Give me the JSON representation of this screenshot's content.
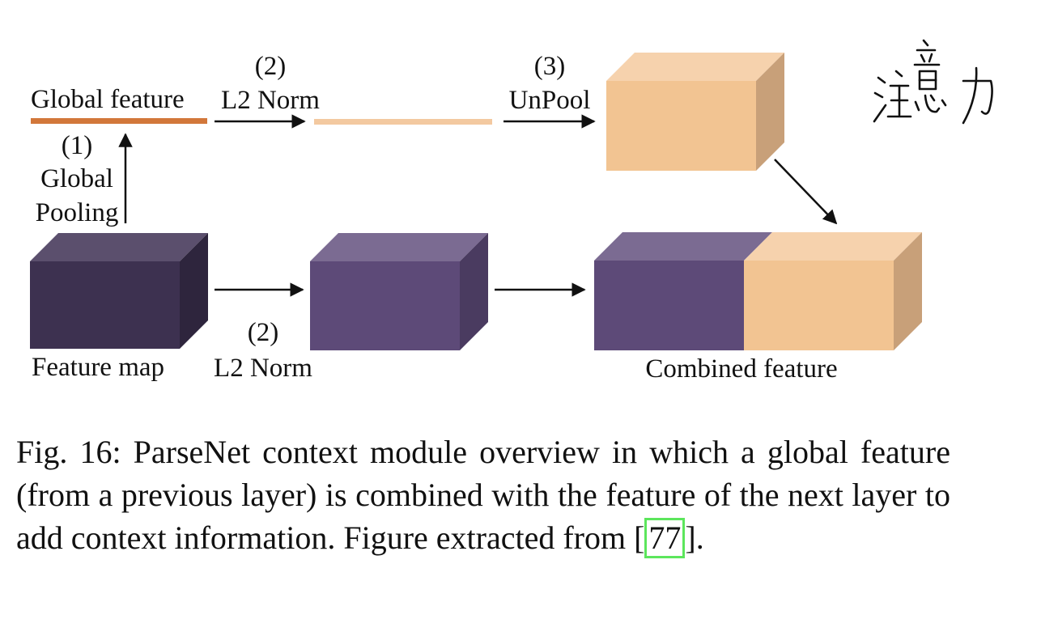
{
  "diagram": {
    "labels": {
      "global_feature": "Global feature",
      "step1_number": "(1)",
      "step1_line1": "Global",
      "step1_line2": "Pooling",
      "step2_top_number": "(2)",
      "step2_top_label": "L2 Norm",
      "step3_number": "(3)",
      "step3_label": "UnPool",
      "feature_map": "Feature map",
      "step2_bottom_number": "(2)",
      "step2_bottom_label": "L2 Norm",
      "combined_feature": "Combined feature"
    },
    "colors": {
      "global_feature_bar": "#d2773a",
      "normalized_bar": "#f3c9a0",
      "peach_front": "#f2c492",
      "peach_top": "#f6d2ad",
      "peach_side": "#c8a079",
      "dark_purple_front": "#3d3150",
      "dark_purple_top": "#5b4f6d",
      "dark_purple_side": "#2e253d",
      "purple_front": "#5d4a78",
      "purple_top": "#7b6b92",
      "purple_side": "#4a3b60"
    }
  },
  "caption": {
    "text": "Fig. 16: ParseNet context module overview in which a global feature (from a previous layer) is combined with the feature of the next layer to add context information. Figure extracted from [",
    "citation": "77",
    "closing": "]."
  }
}
